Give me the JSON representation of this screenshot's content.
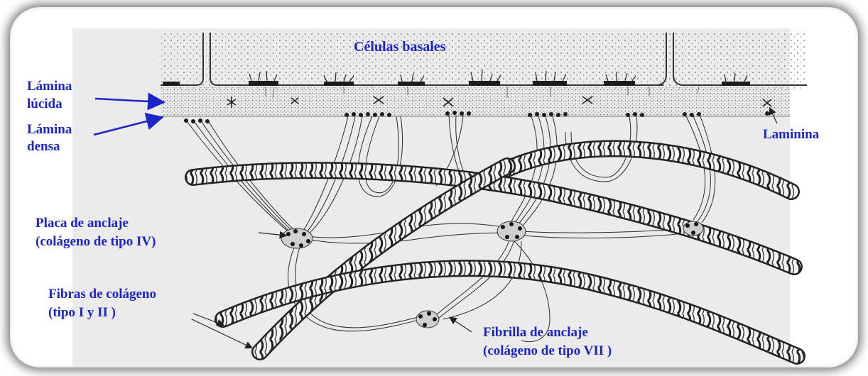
{
  "labels": {
    "basal_cells": "Células basales",
    "lamina_lucida_1": "Lámina",
    "lamina_lucida_2": "lúcida",
    "lamina_densa_1": "Lámina",
    "lamina_densa_2": "densa",
    "laminin": "Laminina",
    "anchoring_plaque_1": "Placa de anclaje",
    "anchoring_plaque_2": "(colágeno de tipo IV)",
    "collagen_fibers_1": "Fibras de colágeno",
    "collagen_fibers_2": "(tipo I y II )",
    "anchoring_fibril_1": "Fibrilla de anclaje",
    "anchoring_fibril_2": "(colágeno de tipo VII )"
  },
  "colors": {
    "label": "#1a24c8",
    "ink": "#1c1c1c",
    "paper": "#eeeeee",
    "frame_shadow": "#000000"
  }
}
